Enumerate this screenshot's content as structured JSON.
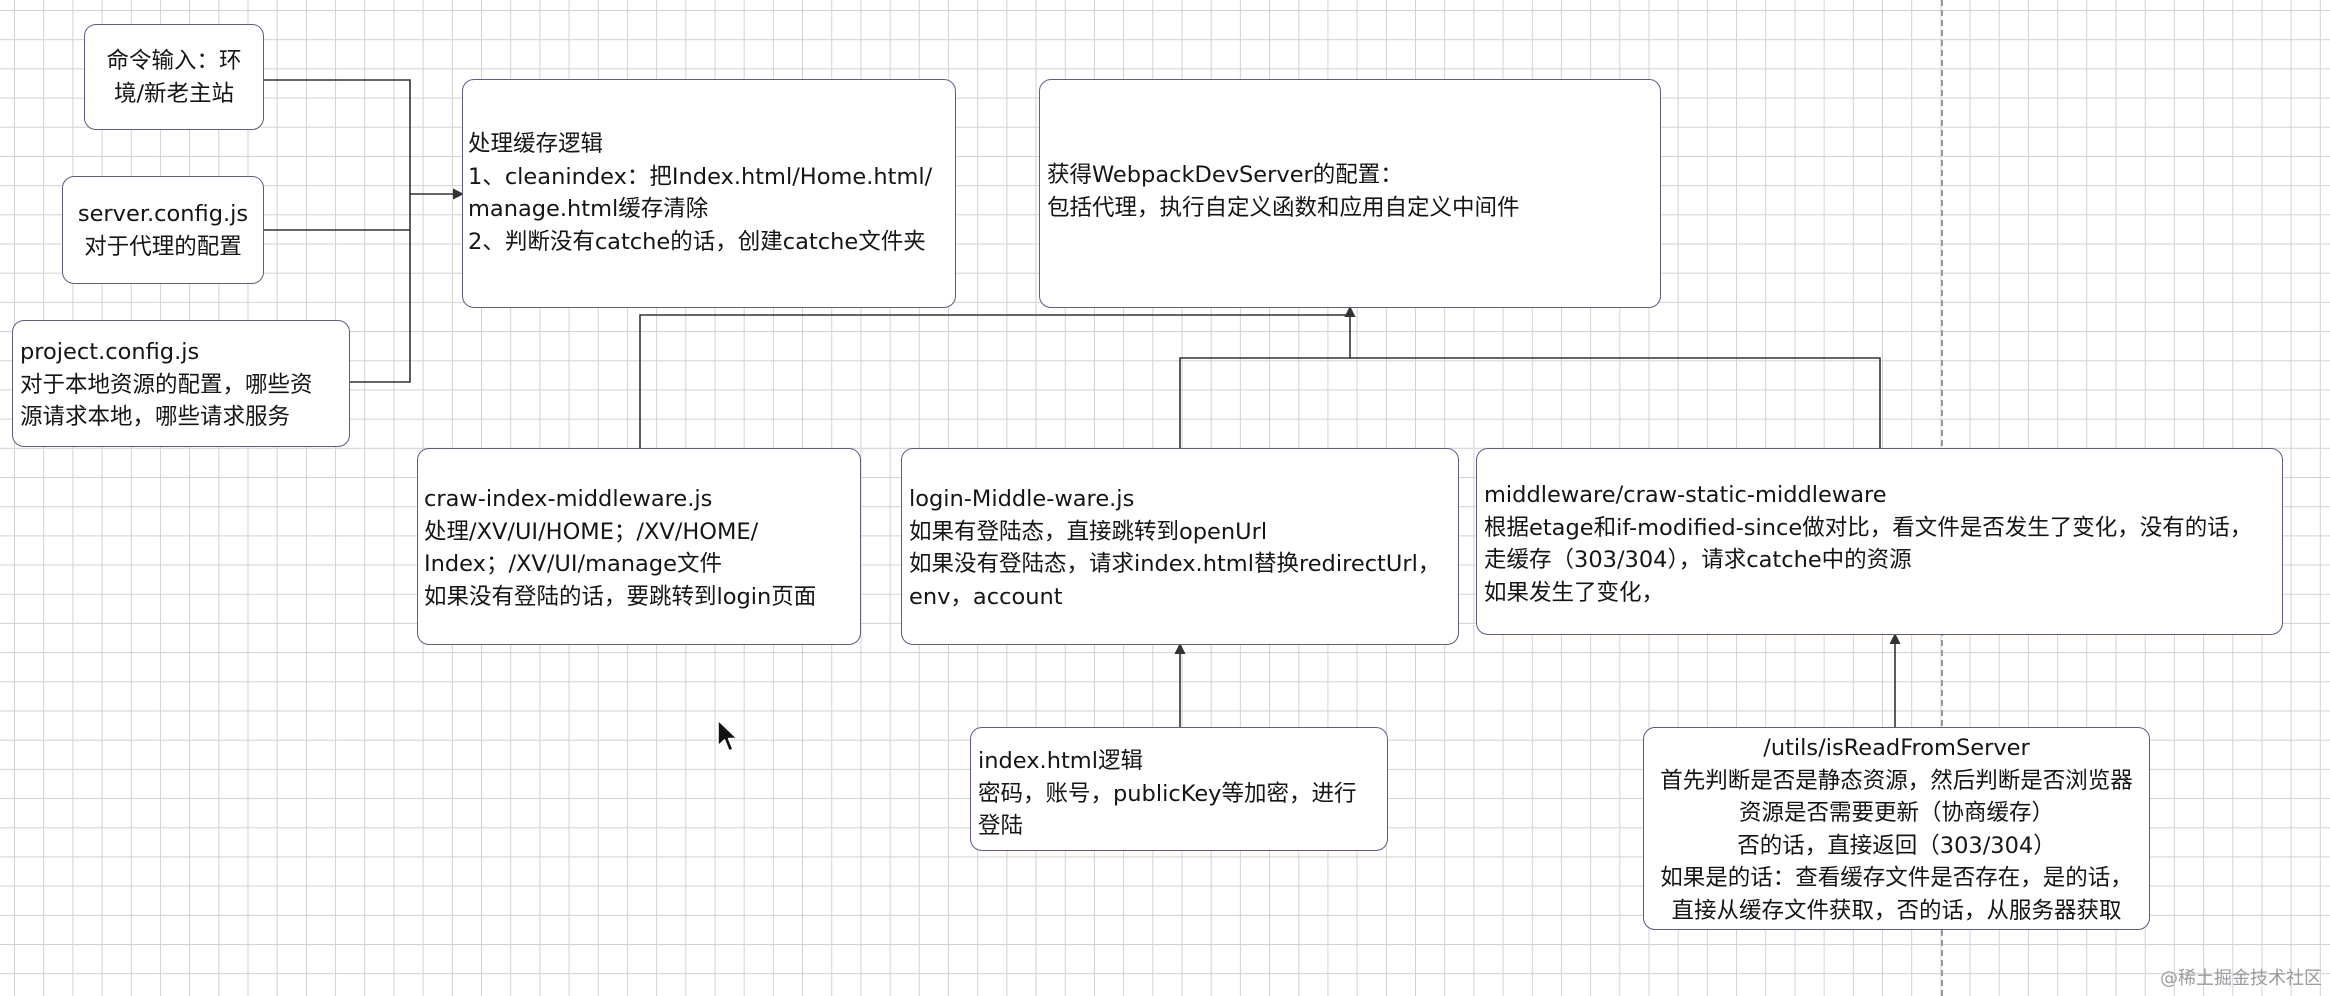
{
  "boxes": {
    "cmd_input": {
      "lines": [
        "命令输入：环",
        "境/新老主站"
      ]
    },
    "server_config": {
      "lines": [
        "server.config.js",
        "对于代理的配置"
      ]
    },
    "project_config": {
      "lines": [
        "project.config.js",
        "对于本地资源的配置，哪些资",
        "源请求本地，哪些请求服务"
      ]
    },
    "cache_logic": {
      "lines": [
        "处理缓存逻辑",
        "1、cleanindex：把Index.html/Home.html/",
        "manage.html缓存清除",
        "2、判断没有catche的话，创建catche文件夹"
      ]
    },
    "webpack_config": {
      "lines": [
        "获得WebpackDevServer的配置：",
        "包括代理，执行自定义函数和应用自定义中间件"
      ]
    },
    "craw_index": {
      "lines": [
        "craw-index-middleware.js",
        "处理/XV/UI/HOME；/XV/HOME/",
        "Index；/XV/UI/manage文件",
        "如果没有登陆的话，要跳转到login页面"
      ]
    },
    "login_mw": {
      "lines": [
        "login-Middle-ware.js",
        "如果有登陆态，直接跳转到openUrl",
        "如果没有登陆态，请求index.html替换redirectUrl，",
        "env，account"
      ]
    },
    "static_mw": {
      "lines": [
        "middleware/craw-static-middleware",
        "根据etage和if-modified-since做对比，看文件是否发生了变化，没有的话，",
        "走缓存（303/304），请求catche中的资源",
        "如果发生了变化，"
      ]
    },
    "index_logic": {
      "lines": [
        "index.html逻辑",
        "密码，账号，publicKey等加密，进行",
        "登陆"
      ]
    },
    "is_read": {
      "lines": [
        "/utils/isReadFromServer",
        "首先判断是否是静态资源，然后判断是否浏览器",
        "资源是否需要更新（协商缓存）",
        "否的话，直接返回（303/304）",
        "如果是的话：查看缓存文件是否存在，是的话，",
        "直接从缓存文件获取，否的话，从服务器获取"
      ]
    }
  },
  "watermark": "@稀土掘金技术社区",
  "colors": {
    "line": "#333333",
    "border": "#5d5d82",
    "grid": "#d2d2d2"
  }
}
